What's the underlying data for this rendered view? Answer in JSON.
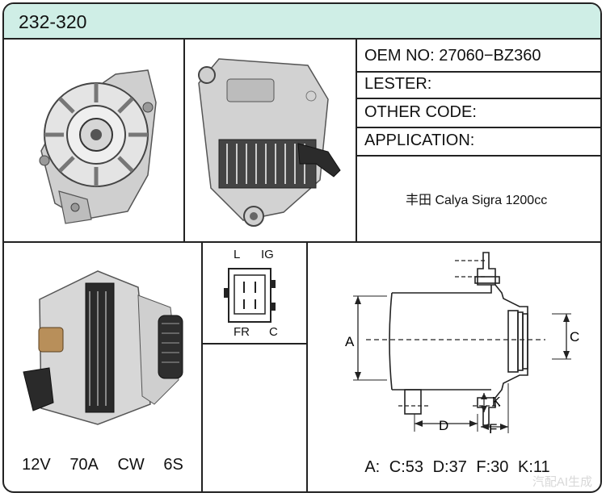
{
  "header": {
    "title": "232-320"
  },
  "info": {
    "oem": "OEM NO: 27060−BZ360",
    "lester": "LESTER:",
    "other_code": "OTHER CODE:",
    "application": "APPLICATION:",
    "application_value": "丰田 Calya Sigra 1200cc"
  },
  "connector": {
    "pins": [
      "L",
      "IG",
      "FR",
      "C"
    ]
  },
  "specs": {
    "voltage": "12V",
    "amperage": "70A",
    "rotation": "CW",
    "groove": "6S"
  },
  "drawing": {
    "labels": [
      "A",
      "C",
      "D",
      "F",
      "K"
    ]
  },
  "dimensions": {
    "a": "A:",
    "c": "C:53",
    "d": "D:37",
    "f": "F:30",
    "k": "K:11"
  },
  "watermark": "汽配AI生成",
  "colors": {
    "header_bg": "#cfeee6",
    "border": "#222222"
  }
}
